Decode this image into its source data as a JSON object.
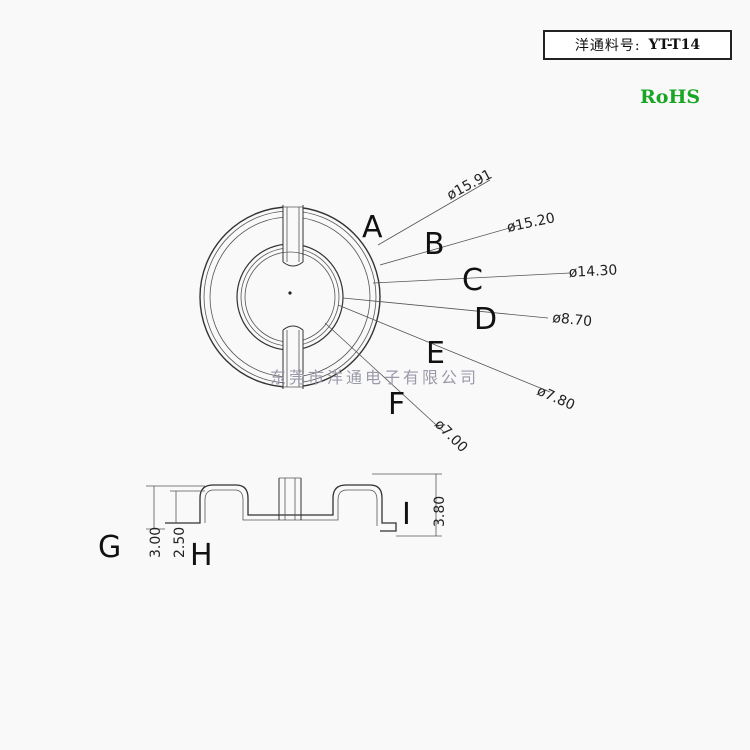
{
  "header": {
    "part_label": "洋通料号:",
    "part_number": "YT-T14",
    "rohs": "RoHS"
  },
  "callouts": {
    "A": {
      "letter": "A",
      "dim": "ø15.91"
    },
    "B": {
      "letter": "B",
      "dim": "ø15.20"
    },
    "C": {
      "letter": "C",
      "dim": "ø14.30"
    },
    "D": {
      "letter": "D",
      "dim": "ø8.70"
    },
    "E": {
      "letter": "E",
      "dim": "ø7.80"
    },
    "F": {
      "letter": "F",
      "dim": "ø7.00"
    }
  },
  "side": {
    "G": {
      "letter": "G",
      "dim": "3.00"
    },
    "H": {
      "letter": "H",
      "dim": "2.50"
    },
    "I": {
      "letter": "I",
      "dim": "3.80"
    }
  },
  "watermark": "东莞市洋通电子有限公司",
  "colors": {
    "rohs": "#19a624",
    "line": "#333333"
  }
}
